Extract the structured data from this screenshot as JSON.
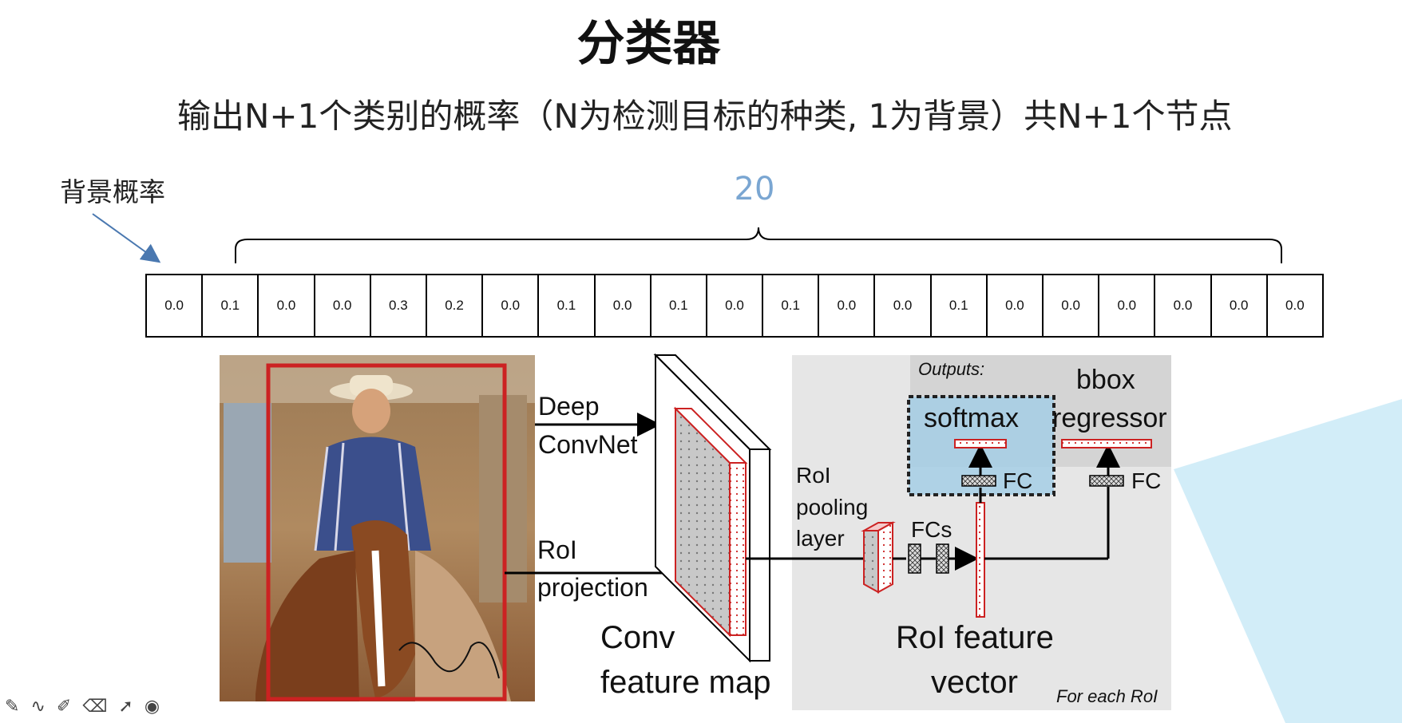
{
  "title": "分类器",
  "subtitle": "输出N+1个类别的概率（N为检测目标的种类, 1为背景）共N+1个节点",
  "background_label": "背景概率",
  "class_count_label": "20",
  "probabilities": [
    "0.0",
    "0.1",
    "0.0",
    "0.0",
    "0.3",
    "0.2",
    "0.0",
    "0.1",
    "0.0",
    "0.1",
    "0.0",
    "0.1",
    "0.0",
    "0.0",
    "0.1",
    "0.0",
    "0.0",
    "0.0",
    "0.0",
    "0.0",
    "0.0"
  ],
  "diagram": {
    "deep_convnet": [
      "Deep",
      "ConvNet"
    ],
    "roi_projection": [
      "RoI",
      "projection"
    ],
    "conv_feature_map": [
      "Conv",
      "feature map"
    ],
    "roi_pooling_layer": [
      "RoI",
      "pooling",
      "layer"
    ],
    "fcs": "FCs",
    "outputs": "Outputs:",
    "softmax": "softmax",
    "bbox_regressor": [
      "bbox",
      "regressor"
    ],
    "fc": "FC",
    "roi_feature_vector": [
      "RoI feature",
      "vector"
    ],
    "for_each_roi": "For each RoI"
  },
  "colors": {
    "title": "#111111",
    "count_label": "#7aa6d2",
    "roi_box": "#cc2222",
    "softmax_panel": "#a6cfe6",
    "gray_panel": "#e6e6e6"
  },
  "toolbar_icons": [
    "pen-icon",
    "curve-icon",
    "marker-icon",
    "eraser-icon",
    "pointer-icon",
    "record-icon"
  ]
}
